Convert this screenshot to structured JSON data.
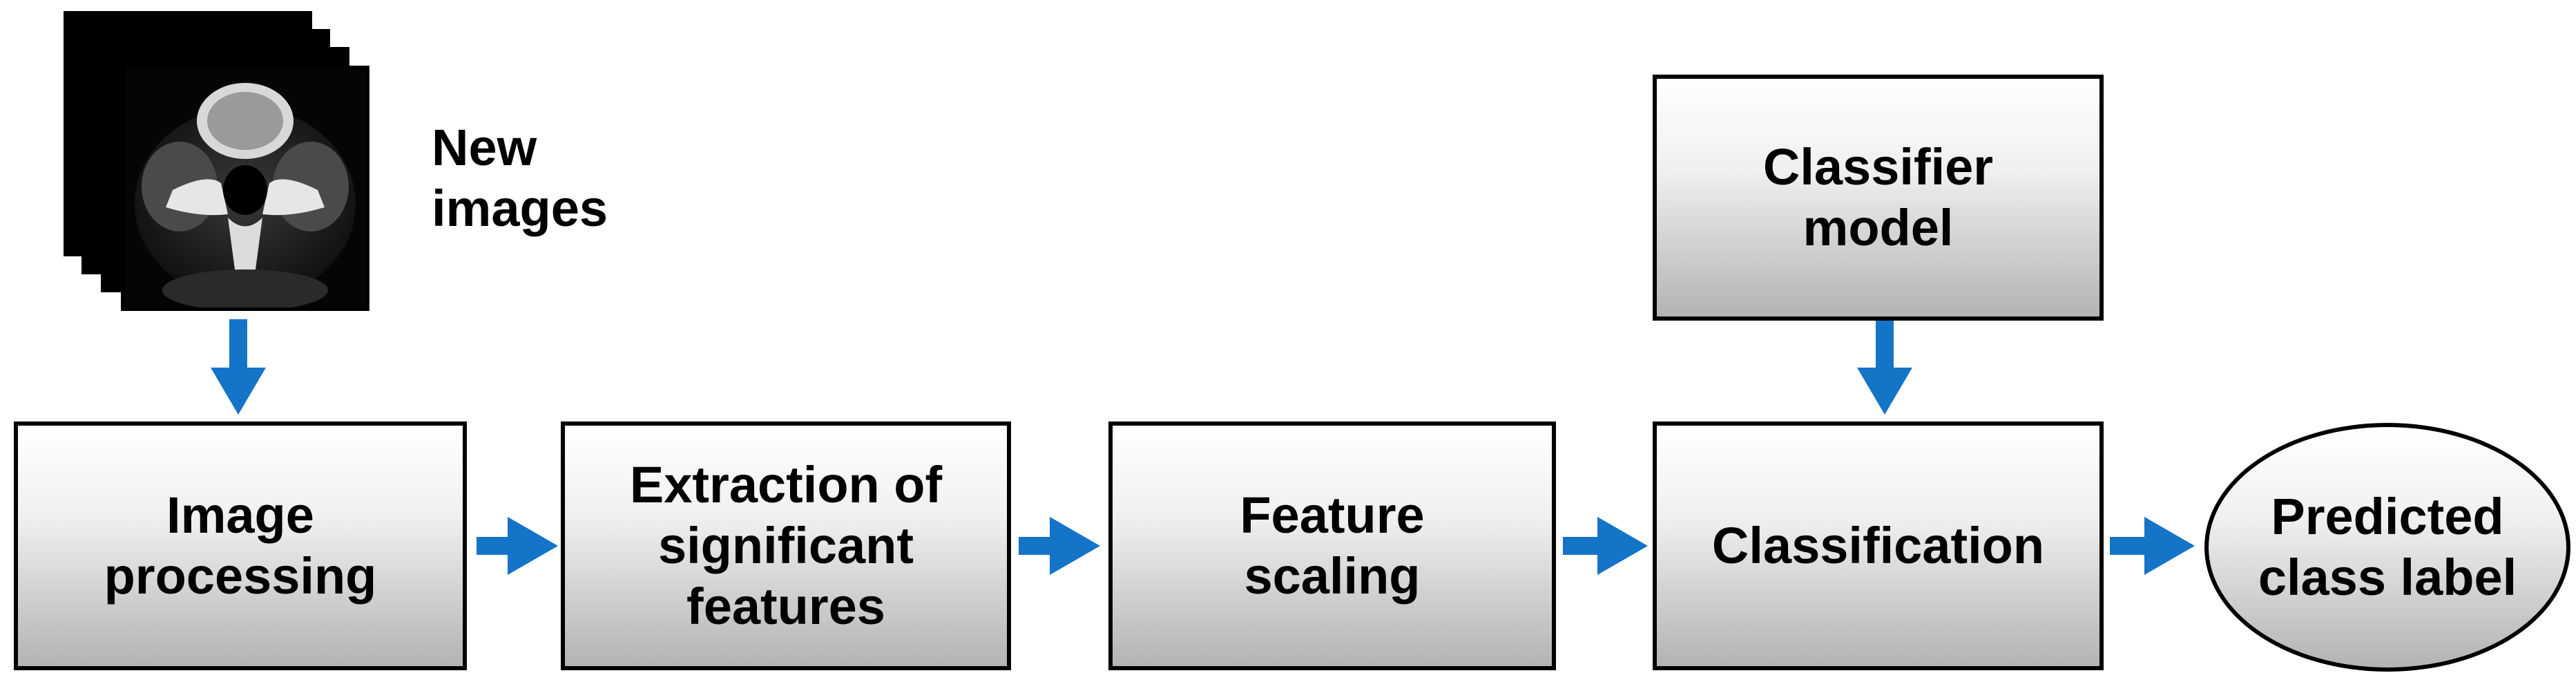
{
  "input": {
    "label": "New\nimages",
    "icon": "ct-scan-stack-icon"
  },
  "steps": [
    {
      "id": "image-processing",
      "label": "Image\nprocessing"
    },
    {
      "id": "extraction",
      "label": "Extraction of\nsignificant\nfeatures"
    },
    {
      "id": "feature-scaling",
      "label": "Feature\nscaling"
    },
    {
      "id": "classification",
      "label": "Classification"
    }
  ],
  "model": {
    "label": "Classifier\nmodel"
  },
  "output": {
    "label": "Predicted\nclass label"
  },
  "colors": {
    "arrow": "#1474c8",
    "box_border": "#000000",
    "box_fill_top": "#ffffff",
    "box_fill_bottom": "#b3b3b3"
  }
}
